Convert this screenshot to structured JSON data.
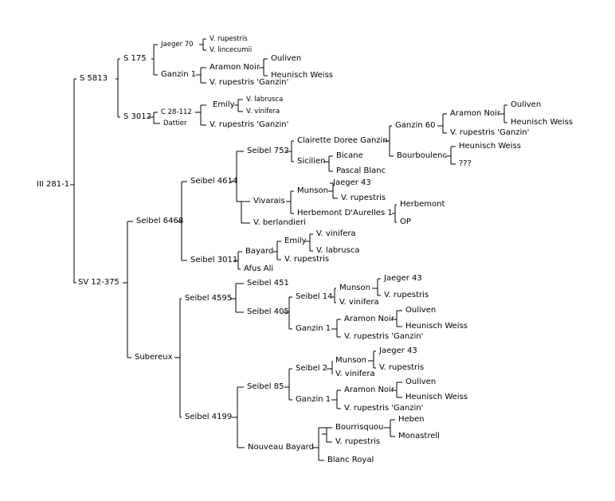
{
  "colors": {
    "line": "#000000",
    "text": "#000000",
    "background": "#ffffff"
  },
  "tree": {
    "root": "III 281-1",
    "s5813": "S 5813",
    "s175": "S 175",
    "jaeger70": "Jaeger 70",
    "v_rupestris_1": "V. rupestris",
    "v_lincecumii": "V. lincecumii",
    "ganzin1_a": "Ganzin 1",
    "aramon_noir_a": "Aramon Noir",
    "ouliven_a": "Ouliven",
    "heunisch_weiss_a": "Heunisch Weiss",
    "v_rup_ganzin_a": "V. rupestris 'Ganzin'",
    "s3012": "S 3012",
    "c28_112": "C 28-112",
    "emily_a": "Emily",
    "v_labrusca_a": "V. labrusca",
    "v_vinifera_a": "V. vinifera",
    "v_rup_ganzin_b": "V. rupestris 'Ganzin'",
    "dattier": "Dattier",
    "sv12_375": "SV 12-375",
    "seibel6468": "Seibel 6468",
    "seibel4614": "Seibel 4614",
    "seibel752": "Seibel 752",
    "clairette": "Clairette Doree Ganzin",
    "ganzin60": "Ganzin 60",
    "aramon_noir_b": "Aramon Noir",
    "ouliven_b": "Ouliven",
    "heunisch_weiss_b": "Heunisch Weiss",
    "v_rup_ganzin_c": "V. rupestris 'Ganzin'",
    "bourboulenc": "Bourboulenc",
    "heunisch_weiss_c": "Heunisch Weiss",
    "unknown": "???",
    "sicilien": "Sicilien",
    "bicane": "Bicane",
    "pascal_blanc": "Pascal Blanc",
    "vivarais": "Vivarais",
    "munson_a": "Munson",
    "jaeger43_a": "Jaeger 43",
    "v_rupestris_2": "V. rupestris",
    "herbemont_da": "Herbemont D'Aurelles 1",
    "herbemont": "Herbemont",
    "op": "OP",
    "v_berlandieri": "V. berlandieri",
    "seibel3011": "Seibel 3011",
    "bayard": "Bayard",
    "emily_b": "Emily",
    "v_vinifera_b": "V. vinifera",
    "v_labrusca_b": "V. labrusca",
    "v_rupestris_3": "V. rupestris",
    "afus_ali": "Afus Ali",
    "subereux": "Subereux",
    "seibel4595": "Seibel 4595",
    "seibel451": "Seibel 451",
    "seibel405": "Seibel 405",
    "seibel14": "Seibel 14",
    "munson_b": "Munson",
    "jaeger43_b": "Jaeger 43",
    "v_rupestris_4": "V. rupestris",
    "v_vinifera_c": "V. vinifera",
    "ganzin1_b": "Ganzin 1",
    "aramon_noir_c": "Aramon Noir",
    "ouliven_c": "Ouliven",
    "heunisch_weiss_d": "Heunisch Weiss",
    "v_rup_ganzin_d": "V. rupestris 'Ganzin'",
    "seibel4199": "Seibel 4199",
    "seibel85": "Seibel 85",
    "seibel2": "Seibel 2",
    "munson_c": "Munson",
    "jaeger43_c": "Jaeger 43",
    "v_rupestris_5": "V. rupestris",
    "v_vinifera_d": "V. vinifera",
    "ganzin1_c": "Ganzin 1",
    "aramon_noir_d": "Aramon Noir",
    "ouliven_d": "Ouliven",
    "heunisch_weiss_e": "Heunisch Weiss",
    "v_rup_ganzin_e": "V. rupestris 'Ganzin'",
    "nouveau_bayard": "Nouveau Bayard",
    "bourrisquou": "Bourrisquou",
    "heben": "Heben",
    "monastrell": "Monastrell",
    "v_rupestris_6": "V. rupestris",
    "blanc_royal": "Blanc Royal"
  }
}
